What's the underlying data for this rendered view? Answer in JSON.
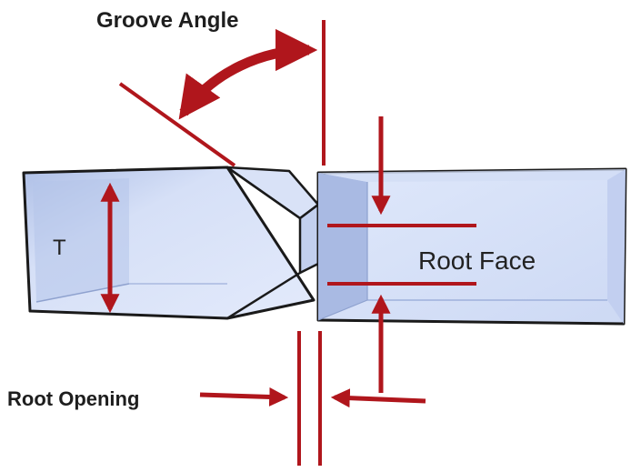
{
  "labels": {
    "groove_angle": "Groove Angle",
    "thickness": "T",
    "root_face": "Root Face",
    "root_opening": "Root Opening"
  },
  "colors": {
    "plate_face": "#c9d6f2",
    "plate_face_light": "#dde6fa",
    "plate_side": "#aebfe6",
    "plate_edge": "#1a1a1a",
    "marker_red": "#b0161c"
  },
  "icons": {
    "dimension_arrow": "red-arrow",
    "reference_line": "red-line"
  }
}
